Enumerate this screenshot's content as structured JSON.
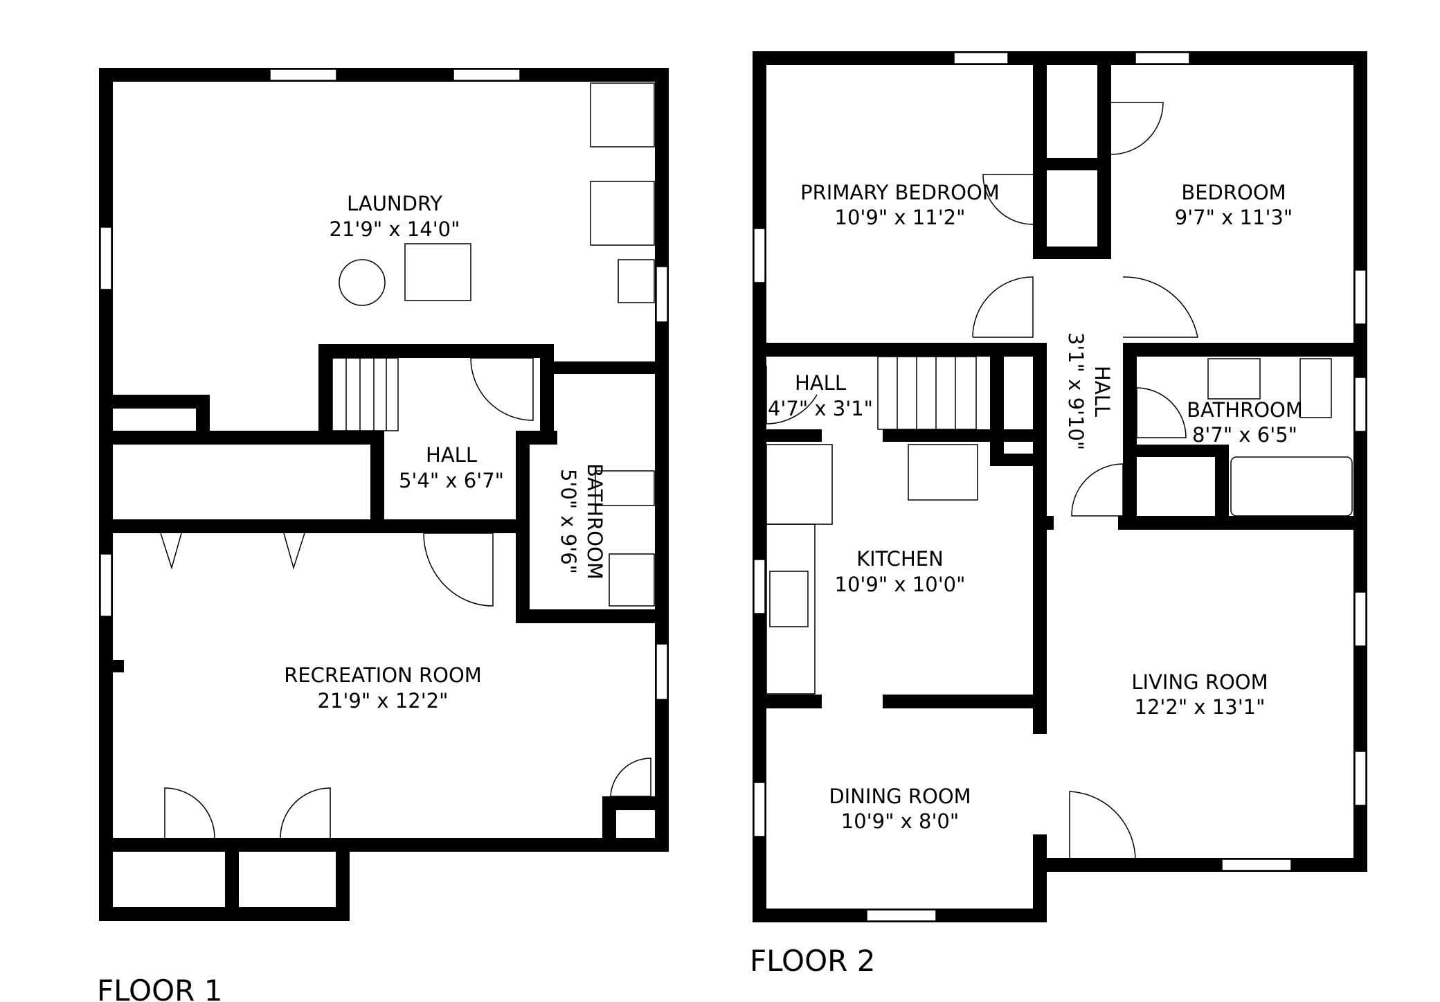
{
  "floors": {
    "floor1": {
      "label": "FLOOR 1",
      "rooms": {
        "laundry": {
          "name": "LAUNDRY",
          "dims": "21'9\" x 14'0\""
        },
        "hall": {
          "name": "HALL",
          "dims": "5'4\" x 6'7\""
        },
        "bathroom": {
          "name": "BATHROOM",
          "dims": "5'0\" x 9'6\""
        },
        "recreation": {
          "name": "RECREATION ROOM",
          "dims": "21'9\" x 12'2\""
        }
      }
    },
    "floor2": {
      "label": "FLOOR 2",
      "rooms": {
        "primary_bedroom": {
          "name": "PRIMARY BEDROOM",
          "dims": "10'9\" x 11'2\""
        },
        "bedroom": {
          "name": "BEDROOM",
          "dims": "9'7\" x 11'3\""
        },
        "hall_small": {
          "name": "HALL",
          "dims": "4'7\" x 3'1\""
        },
        "hall_vertical": {
          "name": "HALL",
          "dims": "3'1\" x 9'10\""
        },
        "bathroom": {
          "name": "BATHROOM",
          "dims": "8'7\" x 6'5\""
        },
        "kitchen": {
          "name": "KITCHEN",
          "dims": "10'9\" x 10'0\""
        },
        "living": {
          "name": "LIVING ROOM",
          "dims": "12'2\" x 13'1\""
        },
        "dining": {
          "name": "DINING ROOM",
          "dims": "10'9\" x 8'0\""
        }
      }
    }
  }
}
